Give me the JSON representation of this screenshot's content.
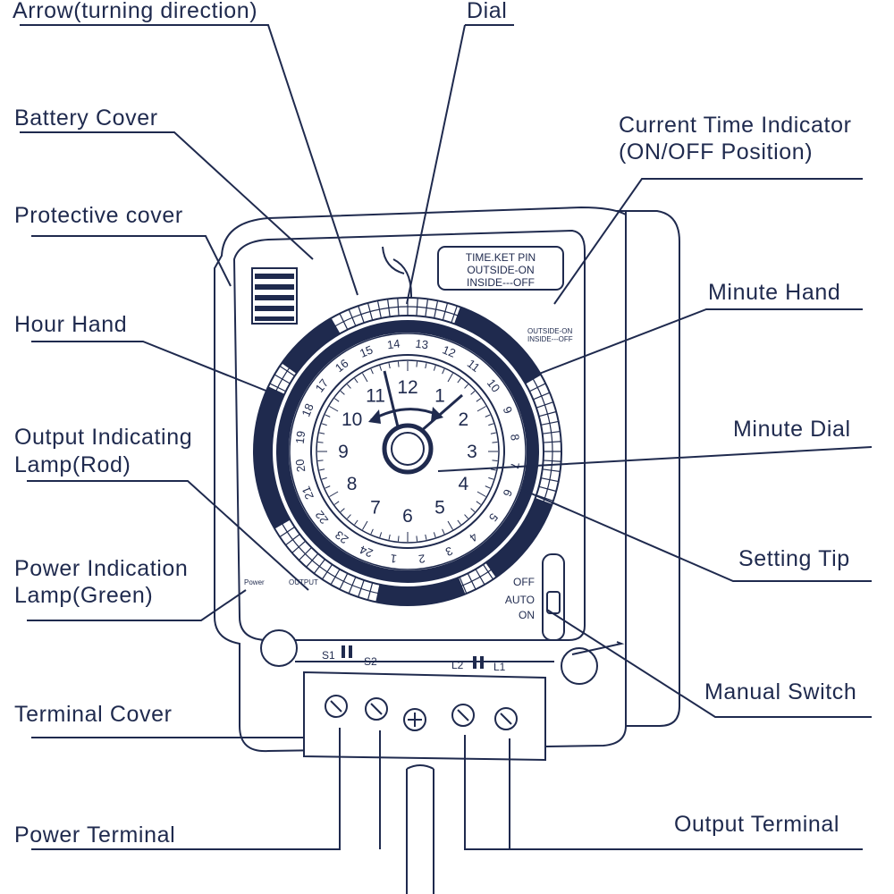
{
  "callouts": {
    "arrow": "Arrow(turning direction)",
    "dial": "Dial",
    "battery_cover": "Battery Cover",
    "current_time_1": "Current Time Indicator",
    "current_time_2": "(ON/OFF Position)",
    "protective_cover": "Protective cover",
    "minute_hand": "Minute Hand",
    "hour_hand": "Hour Hand",
    "minute_dial": "Minute Dial",
    "output_lamp_1": "Output Indicating",
    "output_lamp_2": "Lamp(Rod)",
    "setting_tip": "Setting Tip",
    "power_lamp_1": "Power Indication",
    "power_lamp_2": "Lamp(Green)",
    "manual_switch": "Manual Switch",
    "terminal_cover": "Terminal Cover",
    "power_terminal": "Power Terminal",
    "output_terminal": "Output Terminal"
  },
  "device": {
    "info_line1": "TIME.KET PIN",
    "info_line2": "OUTSIDE-ON",
    "info_line3": "INSIDE---OFF",
    "indicator_small_1": "OUTSIDE-ON",
    "indicator_small_2": "INSIDE---OFF",
    "power_label": "Power",
    "output_label": "OUTPUT",
    "switch_off": "OFF",
    "switch_auto": "AUTO",
    "switch_on": "ON",
    "terminal_s1": "S1",
    "terminal_s2": "S2",
    "terminal_l2": "L2",
    "terminal_l1": "L1"
  },
  "dial": {
    "hour_numbers": [
      "12",
      "1",
      "2",
      "3",
      "4",
      "5",
      "6",
      "7",
      "8",
      "9",
      "10",
      "11"
    ],
    "ring_numbers": [
      "1",
      "2",
      "3",
      "4",
      "5",
      "6",
      "7",
      "8",
      "9",
      "10",
      "11",
      "12",
      "13",
      "14",
      "15",
      "16",
      "17",
      "18",
      "19",
      "20",
      "21",
      "22",
      "23",
      "24"
    ]
  },
  "colors": {
    "ink": "#1f2a4e",
    "background": "#ffffff"
  }
}
